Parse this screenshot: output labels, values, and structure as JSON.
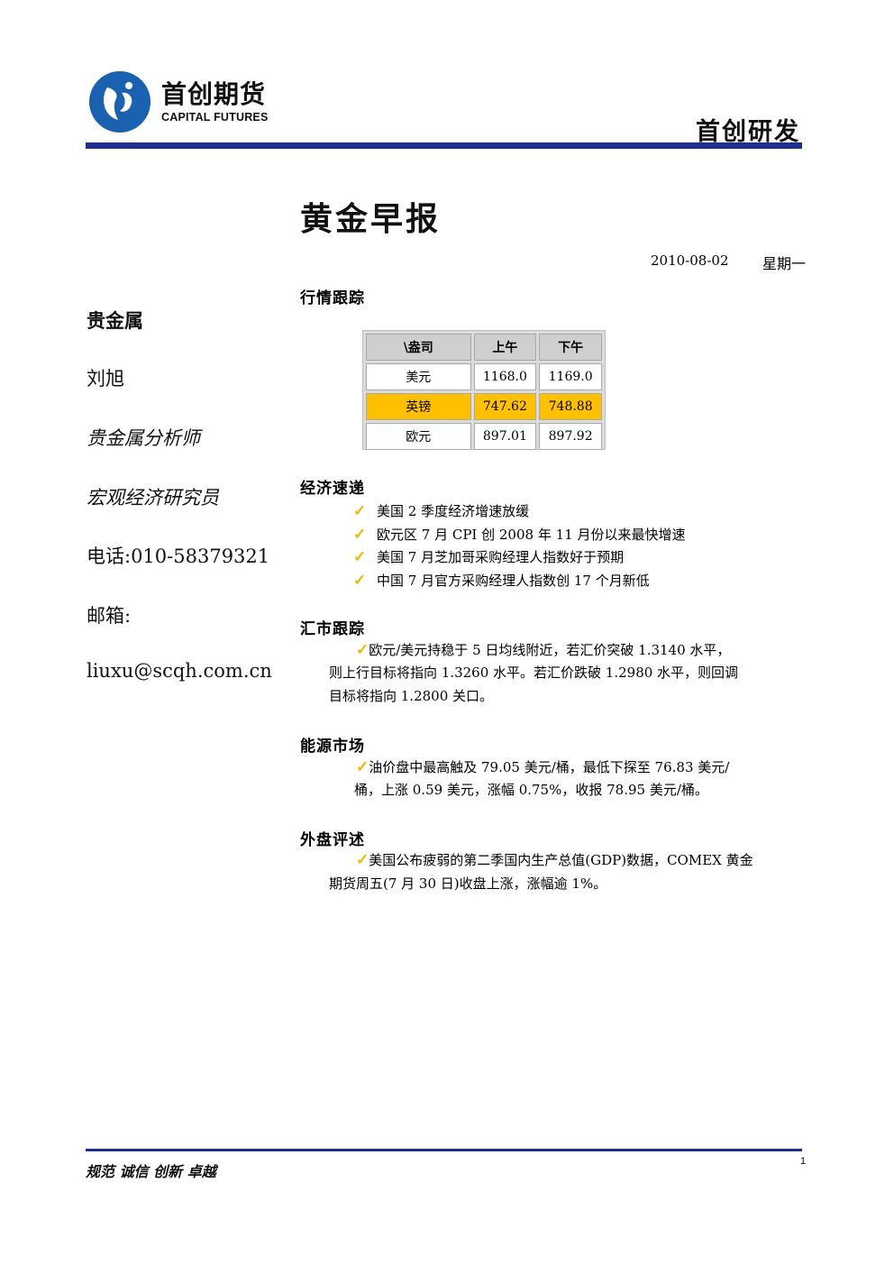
{
  "header": {
    "logo_cn": "首创期货",
    "logo_en": "CAPITAL FUTURES",
    "department": "首创研发"
  },
  "title": "黄金早报",
  "date": "2010-08-02",
  "weekday": "星期一",
  "sidebar": {
    "category": "贵金属",
    "author": "刘旭",
    "role1": "贵金属分析师",
    "role2": "宏观经济研究员",
    "phone": "电话:010-58379321",
    "email_label": "邮箱:",
    "email": "liuxu@scqh.com.cn"
  },
  "sections": {
    "market": "行情跟踪",
    "economy": "经济速递",
    "fx": "汇市跟踪",
    "energy": "能源市场",
    "overseas": "外盘评述"
  },
  "quote_table": {
    "headers": [
      "\\盎司",
      "上午",
      "下午"
    ],
    "rows": [
      {
        "currency": "美元",
        "am": "1168.0",
        "pm": "1169.0"
      },
      {
        "currency": "英镑",
        "am": "747.62",
        "pm": "748.88"
      },
      {
        "currency": "欧元",
        "am": "897.01",
        "pm": "897.92"
      }
    ]
  },
  "economy_items": [
    "美国 2 季度经济增速放缓",
    "欧元区 7 月 CPI 创 2008 年 11 月份以来最快增速",
    "美国 7 月芝加哥采购经理人指数好于预期",
    "中国 7 月官方采购经理人指数创 17 个月新低"
  ],
  "fx_text": {
    "line1": "欧元/美元持稳于 5 日均线附近，若汇价突破 1.3140 水平，",
    "line2": "则上行目标将指向 1.3260 水平。若汇价跌破 1.2980 水平，则回调",
    "line3": "目标将指向 1.2800 关口。"
  },
  "energy_text": {
    "line1": "油价盘中最高触及 79.05 美元/桶，最低下探至 76.83 美元/",
    "line2": "桶，上涨 0.59 美元，涨幅 0.75%，收报 78.95 美元/桶。"
  },
  "overseas_text": {
    "line1": "美国公布疲弱的第二季国内生产总值(GDP)数据，COMEX 黄金",
    "line2": "期货周五(7 月 30 日)收盘上涨，涨幅逾 1%。"
  },
  "footer": {
    "motto": "规范 诚信 创新 卓越",
    "page": "1"
  },
  "colors": {
    "brand_blue": "#1f2f8f",
    "highlight": "#ffc000",
    "tick": "#f2b600"
  }
}
